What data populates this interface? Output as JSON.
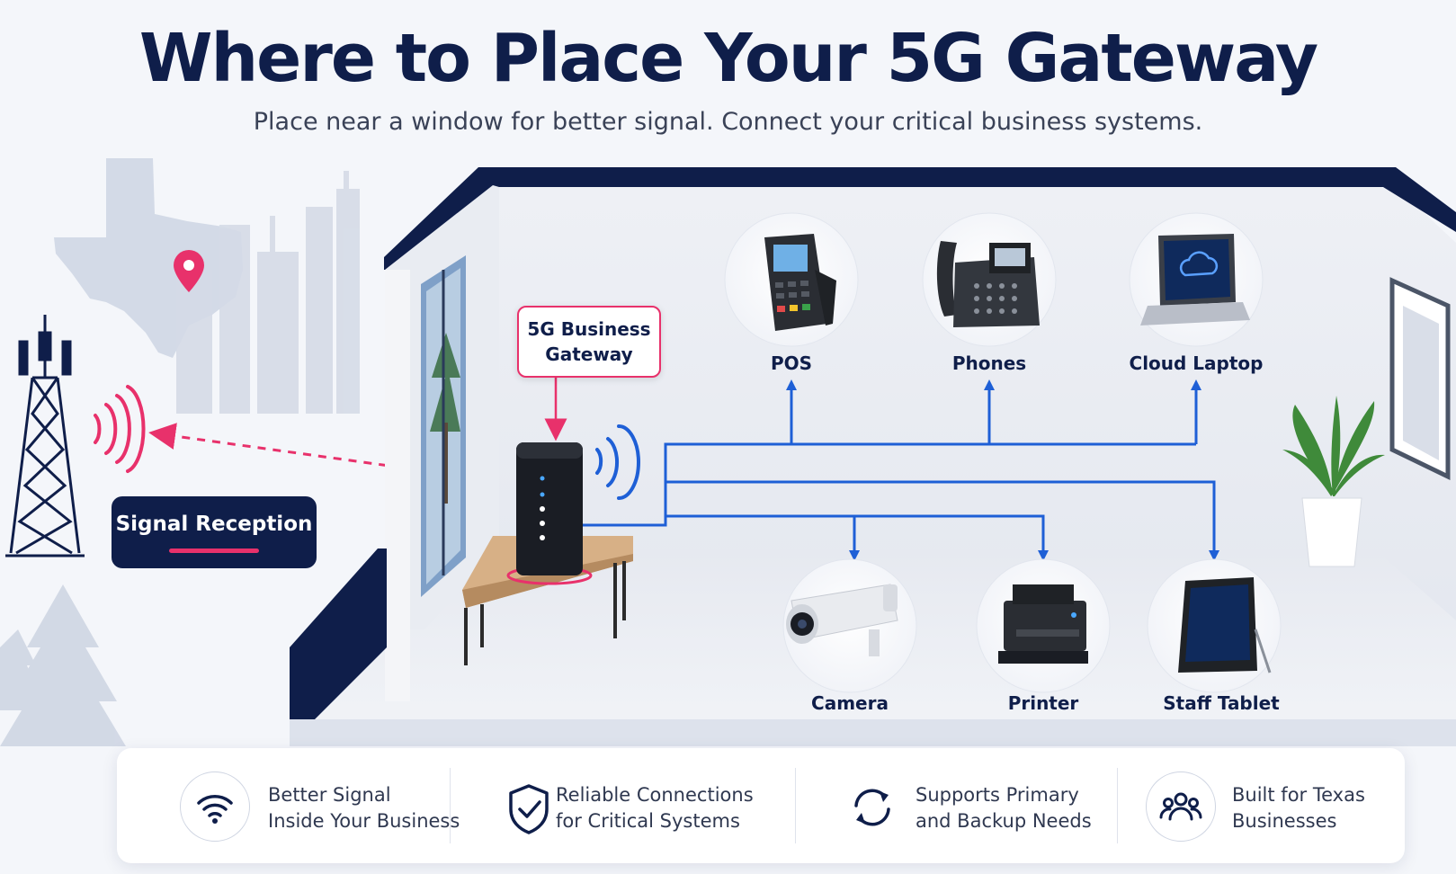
{
  "title": "Where to Place Your 5G Gateway",
  "subtitle": "Place near a window for better signal. Connect your critical business systems.",
  "gateway_callout": {
    "line1": "5G Business",
    "line2": "Gateway"
  },
  "signal_badge": "Signal Reception",
  "devices": [
    {
      "label": "POS",
      "icon": "pos-terminal-icon"
    },
    {
      "label": "Phones",
      "icon": "desk-phone-icon"
    },
    {
      "label": "Cloud Laptop",
      "icon": "laptop-cloud-icon"
    },
    {
      "label": "Camera",
      "icon": "security-camera-icon"
    },
    {
      "label": "Printer",
      "icon": "printer-icon"
    },
    {
      "label": "Staff Tablet",
      "icon": "tablet-icon"
    }
  ],
  "features": [
    {
      "line1": "Better Signal",
      "line2": "Inside Your Business",
      "icon": "wifi-icon"
    },
    {
      "line1": "Reliable Connections",
      "line2": "for Critical Systems",
      "icon": "shield-check-icon"
    },
    {
      "line1": "Supports Primary",
      "line2": "and Backup Needs",
      "icon": "sync-arrows-icon"
    },
    {
      "line1": "Built for Texas",
      "line2": "Businesses",
      "icon": "people-group-icon"
    }
  ],
  "colors": {
    "navy": "#0f1e4a",
    "accent": "#e8316b",
    "link_blue": "#1e5fd6"
  }
}
